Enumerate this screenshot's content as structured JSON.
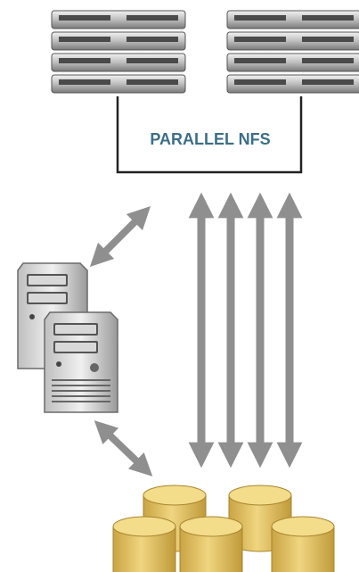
{
  "diagram": {
    "storage_label": "PARALLEL NFS",
    "colors": {
      "label_text": "#3d6e86",
      "arrow": "#8f8f8f",
      "server_light": "#e6e6e6",
      "server_dark": "#6f6f6f",
      "cylinder_top": "#f3dc8a",
      "cylinder_side": "#d9b351"
    },
    "icons": {
      "rack_servers": "rack-server-icon",
      "client_servers": "tower-server-icon",
      "storage_disks": "disk-cylinder-icon",
      "arrows": "double-arrow-icon"
    },
    "counts": {
      "rack_units_per_column": 4,
      "rack_columns": 2,
      "vertical_arrows": 4,
      "tower_servers": 2,
      "cylinders": 5
    }
  }
}
